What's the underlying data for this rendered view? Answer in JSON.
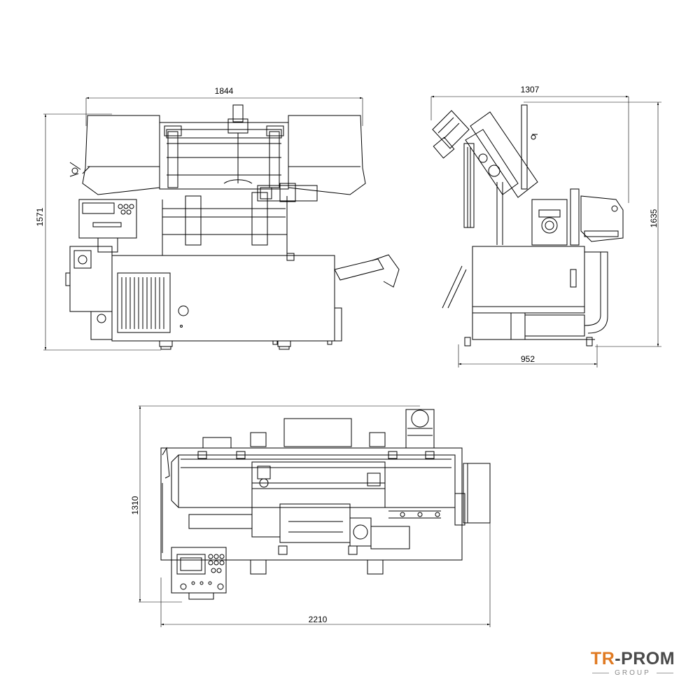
{
  "dimensions": {
    "front_width": "1844",
    "front_height": "1571",
    "side_width_top": "1307",
    "side_height": "1635",
    "side_base_width": "952",
    "top_height": "1310",
    "top_width": "2210"
  },
  "logo": {
    "main_tr": "TR",
    "main_rest": "-PROM",
    "sub": "GROUP"
  },
  "colors": {
    "line": "#000000",
    "accent": "#e07a22",
    "logo_gray": "#4a4a4a"
  }
}
